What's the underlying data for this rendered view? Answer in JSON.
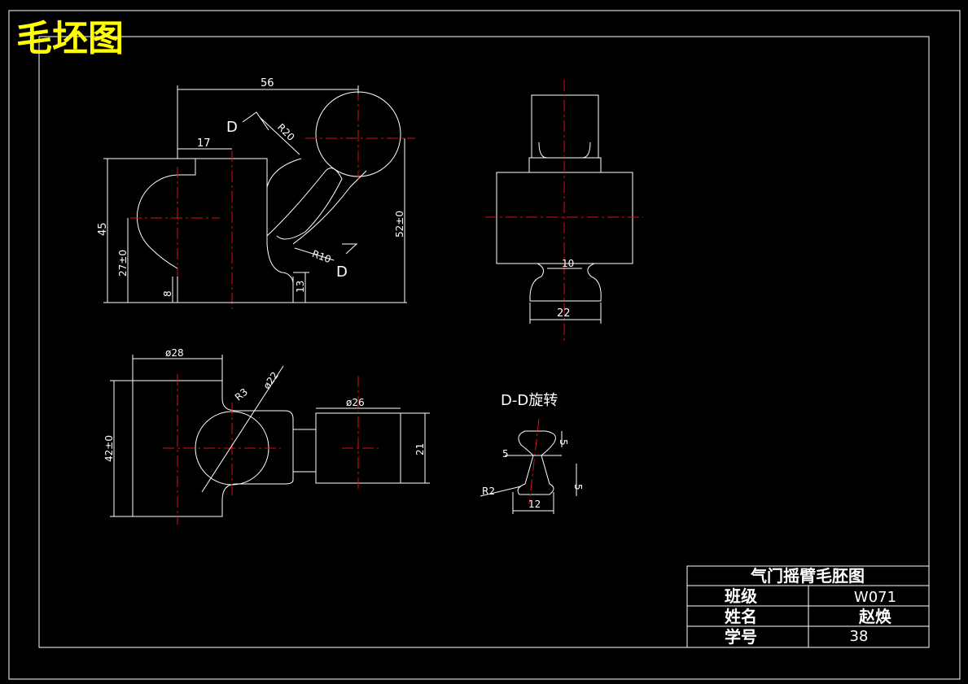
{
  "drawing": {
    "title": "毛坯图",
    "section_label": "D-D旋转",
    "section_marker": "D"
  },
  "dimensions": {
    "top_width_56": "56",
    "offset_17": "17",
    "radius_20": "R20",
    "radius_10": "R10",
    "height_45": "45",
    "height_27": "27±0",
    "height_8": "8",
    "height_13": "13",
    "height_52": "52±0",
    "width_10": "10",
    "width_22": "22",
    "dia_28": "ø28",
    "dia_22": "ø22",
    "radius_3": "R3",
    "height_42": "42±0",
    "dia_26": "ø26",
    "height_21": "21",
    "sec_5a": "5",
    "sec_5b": "5",
    "sec_5c": "5",
    "sec_r2": "R2",
    "sec_12": "12"
  },
  "title_block": {
    "name": "气门摇臂毛胚图",
    "class_label": "班级",
    "class_value": "W071",
    "name_label": "姓名",
    "name_value": "赵焕",
    "id_label": "学号",
    "id_value": "38"
  },
  "colors": {
    "background": "#000000",
    "lines": "#ffffff",
    "centerlines": "#e01010",
    "title": "#ffff00"
  }
}
